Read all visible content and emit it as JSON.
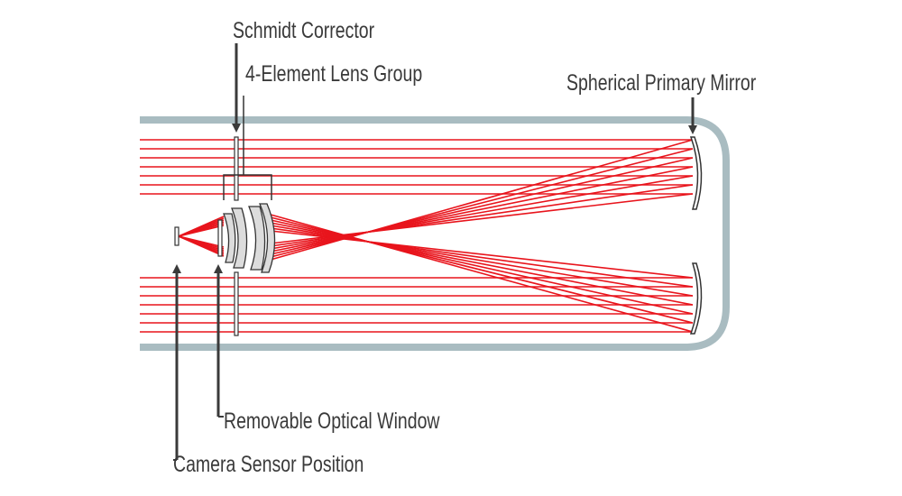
{
  "diagram": {
    "labels": {
      "schmidt_corrector": "Schmidt Corrector",
      "lens_group": "4-Element Lens Group",
      "primary_mirror": "Spherical Primary Mirror",
      "optical_window": "Removable Optical Window",
      "camera_sensor": "Camera Sensor Position"
    },
    "colors": {
      "tube": "#a9bcc1",
      "ray": "#e8141c",
      "optics_stroke": "#333333",
      "lens_fill": "#dcdcdc",
      "arrow": "#3a3a3a",
      "label_text": "#3a3a3a"
    }
  }
}
